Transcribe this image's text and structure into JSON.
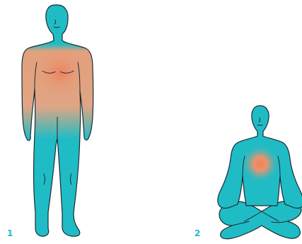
{
  "figures": [
    {
      "label": "1",
      "pose": "standing",
      "highlight": "upper-torso-arms"
    },
    {
      "label": "2",
      "pose": "seated-cross-legged",
      "highlight": "chest"
    }
  ],
  "colors": {
    "body": "#1fbcc6",
    "warm_highlight": "#e8906a",
    "label": "#1fbcc6",
    "outline": "#1b2b33",
    "background": "#ffffff"
  }
}
